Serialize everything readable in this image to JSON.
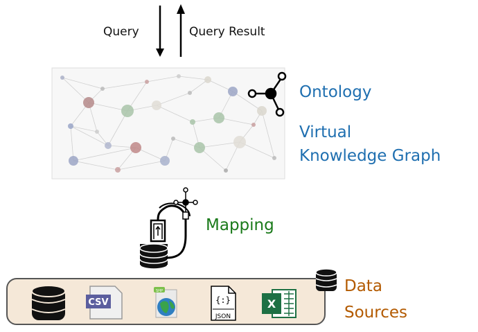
{
  "query": "Query",
  "query_result": "Query Result",
  "ontology": "Ontology",
  "vkg_line1": "Virtual",
  "vkg_line2": "Knowledge Graph",
  "mapping": "Mapping",
  "data_sources_line1": "Data",
  "data_sources_line2": "Sources",
  "csv_text": "CSV",
  "json_text": "JSON",
  "json_braces": "{:}",
  "shp_text": "SHP",
  "excel_text": "X",
  "colors": {
    "ontology": "#1f6fb0",
    "mapping": "#1a7a1a",
    "data_sources": "#b35a00",
    "ds_box_fill": "#f5e8d8",
    "ds_box_stroke": "#555555"
  }
}
